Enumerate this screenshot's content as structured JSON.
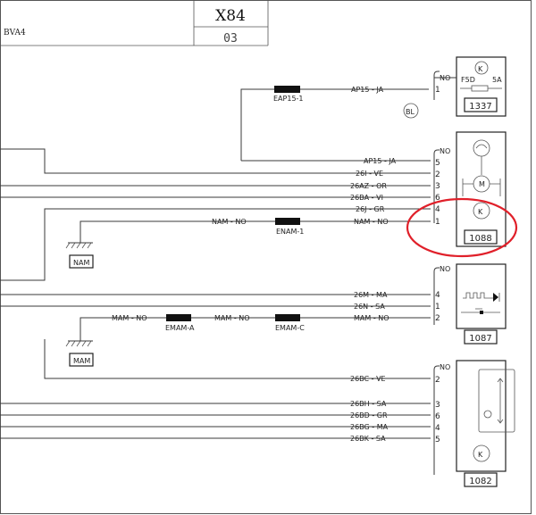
{
  "header": {
    "left_label": "BVA4",
    "title": "X84",
    "subtitle": "03"
  },
  "connectors": {
    "eap15": "EAP15-1",
    "enam1": "ENAM-1",
    "emam_a": "EMAM-A",
    "emam_c": "EMAM-C"
  },
  "grounds": {
    "nam": "NAM",
    "mam": "MAM"
  },
  "wires": {
    "ap15_ja": "AP15 - JA",
    "g26i_ve": "26I - VE",
    "g26az_or": "26AZ - OR",
    "g26ba_vi": "26BA - VI",
    "g26j_gr": "26J - GR",
    "nam_no": "NAM - NO",
    "g26m_ma": "26M - MA",
    "g26n_sa": "26N - SA",
    "mam_no": "MAM - NO",
    "g26bc_ve": "26BC - VE",
    "g26bh_sa": "26BH - SA",
    "g26bd_gr": "26BD - GR",
    "g26bg_ma": "26BG - MA",
    "g26bk_sa": "26BK - SA"
  },
  "pins": {
    "no": "NO",
    "p1": "1",
    "p2": "2",
    "p3": "3",
    "p4": "4",
    "p5": "5",
    "p6": "6"
  },
  "components": {
    "c1337": {
      "id": "1337",
      "fuse": "F5D",
      "rating": "5A"
    },
    "c1088": {
      "id": "1088",
      "motor": "M"
    },
    "c1087": {
      "id": "1087"
    },
    "c1082": {
      "id": "1082"
    }
  },
  "badge": "BL",
  "highlight_color": "#e0202a"
}
